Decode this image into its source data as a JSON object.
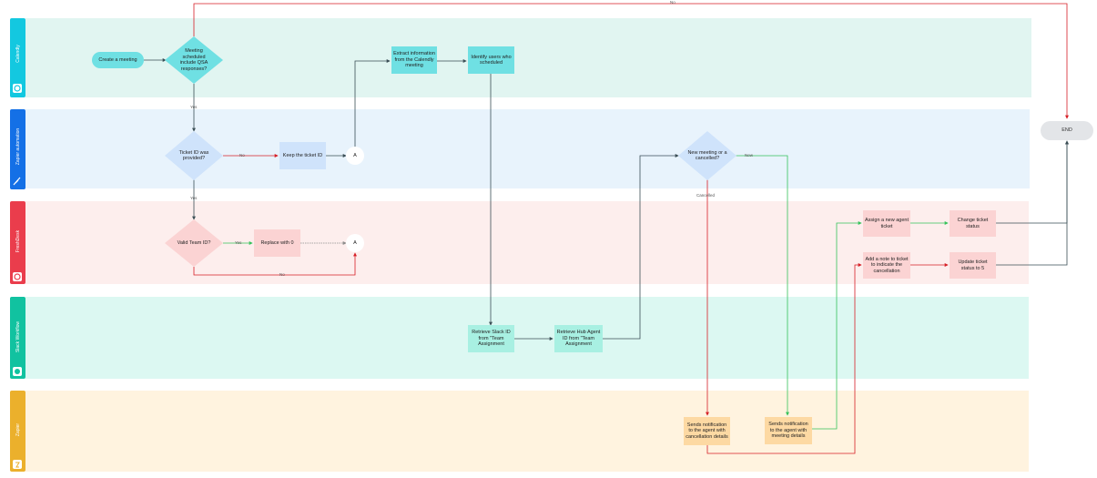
{
  "lanes": [
    {
      "key": "calendly",
      "label": "Calendly",
      "color": "#13c8e0",
      "bg": "#e1f5f1"
    },
    {
      "key": "zapier",
      "label": "Zapier automation",
      "color": "#1470e6",
      "bg": "#e8f3fc"
    },
    {
      "key": "freshdesk",
      "label": "FreshDesk",
      "color": "#ea3d4c",
      "bg": "#fdeeed"
    },
    {
      "key": "slack",
      "label": "Slack Workflow",
      "color": "#11c2a0",
      "bg": "#dcf8f2"
    },
    {
      "key": "zapier2",
      "label": "Zapier",
      "color": "#ebb02c",
      "bg": "#fff3df"
    }
  ],
  "nodes": {
    "create_meeting": "Create a meeting",
    "meeting_scheduled": "Meeting scheduled include QSA responses?",
    "extract_info": "Extract information from the Calendly meeting",
    "identify_users": "Identify users who scheduled",
    "ticket_provided": "Ticket ID was provided?",
    "keep_ticket": "Keep the ticket ID",
    "connector_a1": "A",
    "valid_team": "Valid Team ID?",
    "replace": "Replace with 0",
    "connector_a2": "A",
    "retrieve_slack": "Retrieve Slack ID from \"Team Assignment",
    "retrieve_hub": "Retrieve Hub Agent ID from \"Team Assignment",
    "new_or_cancel": "New meeting or a cancelled?",
    "assign_agent": "Assign a new agent ticket",
    "change_status": "Change ticket status",
    "add_note": "Add a note to ticket to indicate the cancellation",
    "update_status": "Update ticket status to 5",
    "send_cancel": "Sends notification to the agent with cancellation details",
    "send_new": "Sends notification to the agent with meeting details",
    "end": "END"
  },
  "edge_labels": {
    "no_top": "No",
    "yes_meeting": "Yes",
    "no_ticket": "No",
    "yes_ticket": "Yes",
    "yes_valid": "Yes",
    "no_valid": "No",
    "new": "New",
    "cancelled": "Cancelled"
  },
  "colors": {
    "teal_node": "#6fe0e3",
    "blue_node": "#cfe3fb",
    "red_node": "#fbd3d3",
    "green_node": "#a8f0e2",
    "orange_node": "#fdd9a3",
    "end_node": "#e3e5e8",
    "line_dark": "#3a4e55",
    "line_red": "#d61f26",
    "line_green": "#35c25a",
    "line_gray": "#8c8c8c"
  }
}
